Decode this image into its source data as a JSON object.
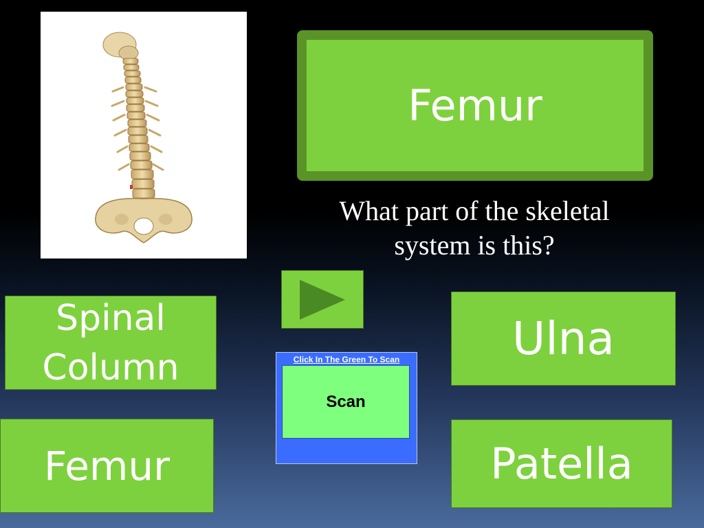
{
  "slide": {
    "image": {
      "subject": "spinal-column-skeleton"
    },
    "display": {
      "label": "Femur"
    },
    "question": {
      "line1": "What part of the skeletal",
      "line2": "system is this?"
    },
    "next_button": {
      "icon": "play-triangle-icon"
    },
    "answers": [
      {
        "line1": "Spinal",
        "line2": "Column"
      },
      {
        "label": "Femur"
      },
      {
        "label": "Ulna"
      },
      {
        "label": "Patella"
      }
    ],
    "scan_widget": {
      "header": "Click In The Green To Scan",
      "button_label": "Scan"
    }
  },
  "colors": {
    "answer_green": "#7ed13e",
    "frame_green": "#5a9428",
    "play_triangle": "#4a8a24",
    "scan_blue": "#3a6dff",
    "scan_green": "#7eff7e"
  }
}
